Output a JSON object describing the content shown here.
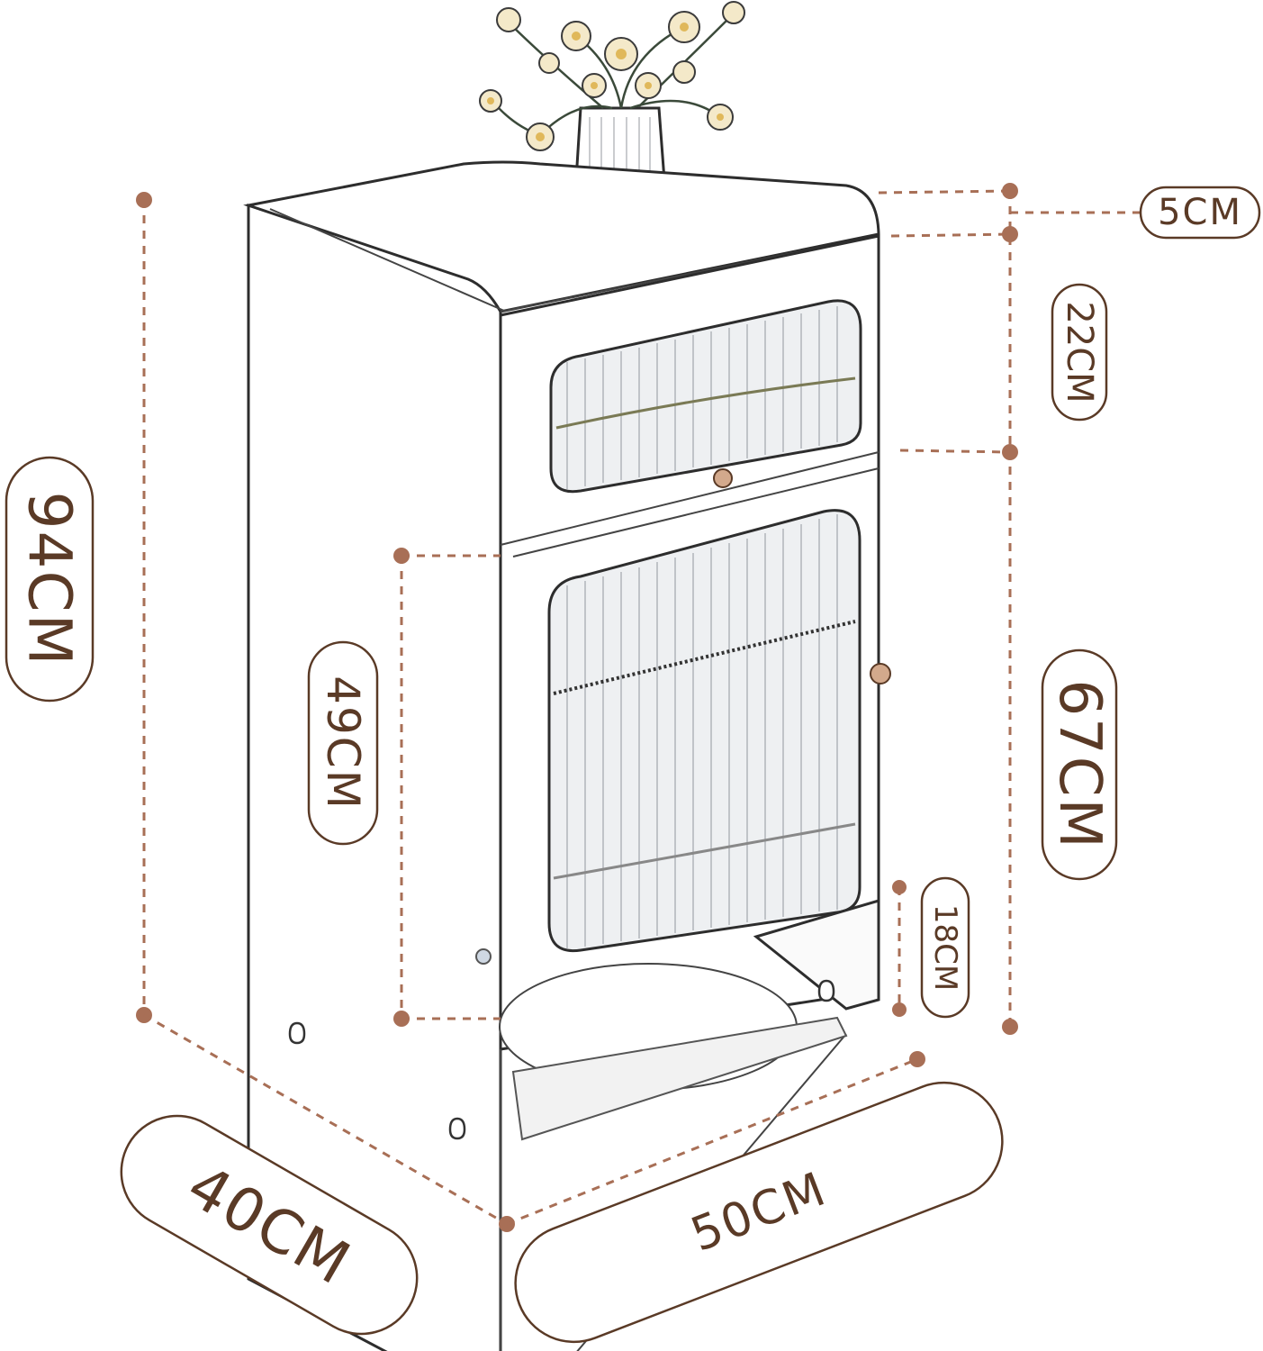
{
  "diagram": {
    "labels": {
      "total_height": "94CM",
      "top_edge": "5CM",
      "drawer_height": "22CM",
      "door_height": "49CM",
      "cabinet_height": "67CM",
      "base_gap": "18CM",
      "depth": "40CM",
      "width": "50CM"
    }
  },
  "colors": {
    "accent": "#a86f56",
    "label": "#5a3a26",
    "outline": "#2d2d2d"
  }
}
